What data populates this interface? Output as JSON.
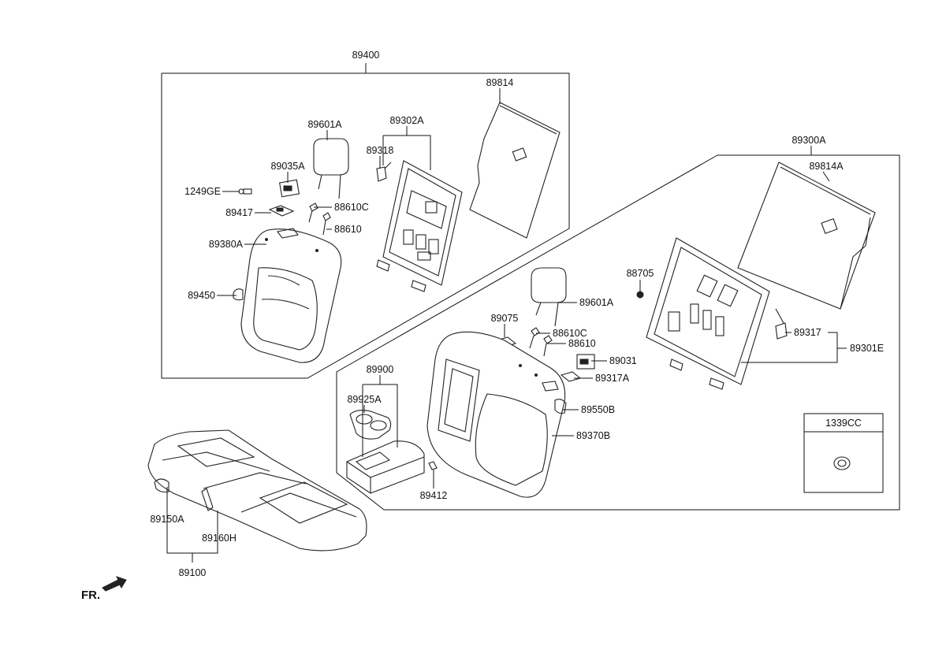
{
  "labels": {
    "a89400": "89400",
    "a89814": "89814",
    "a89601A_1": "89601A",
    "a89302A": "89302A",
    "a89318": "89318",
    "a89035A": "89035A",
    "a1249GE": "1249GE",
    "a88610C_1": "88610C",
    "a89417": "89417",
    "a88610_1": "88610",
    "a89380A": "89380A",
    "a89450": "89450",
    "a89300A": "89300A",
    "a89814A": "89814A",
    "a88705": "88705",
    "a89601A_2": "89601A",
    "a89317": "89317",
    "a89301E": "89301E",
    "a89075": "89075",
    "a88610C_2": "88610C",
    "a88610_2": "88610",
    "a89031": "89031",
    "a89317A": "89317A",
    "a89900": "89900",
    "a89925A": "89925A",
    "a89550B": "89550B",
    "a89370B": "89370B",
    "a89412": "89412",
    "a1339CC": "1339CC",
    "a89150A": "89150A",
    "a89160H": "89160H",
    "a89100": "89100",
    "fr": "FR."
  }
}
